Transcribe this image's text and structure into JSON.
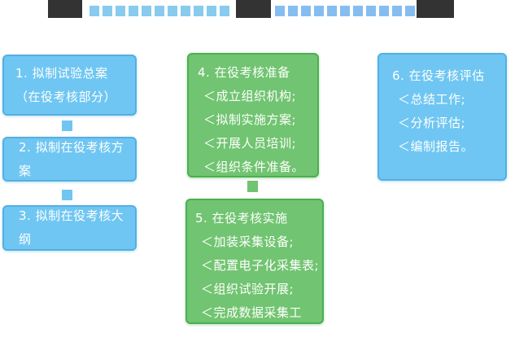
{
  "top_bar": {
    "dark_block_color": "#333333",
    "left_squares": {
      "count": 11,
      "color": "#88CBEE"
    },
    "right_squares": {
      "count": 11,
      "color": "#85BDF1"
    }
  },
  "colors": {
    "blue_box_fill": "#6FC6F2",
    "blue_box_border": "#55AFE2",
    "green_box_fill": "#71C471",
    "green_box_border": "#4CAF50",
    "text": "#FFFFFF"
  },
  "steps": [
    {
      "variant": "blue",
      "label_lines": [
        "1. 拟制试验总案",
        "（在役考核部分）"
      ]
    },
    {
      "variant": "blue",
      "label_lines": [
        "2. 拟制在役考核方案"
      ]
    },
    {
      "variant": "blue",
      "label_lines": [
        "3. 拟制在役考核大纲"
      ]
    },
    {
      "variant": "green",
      "title": "4. 在役考核准备",
      "items": [
        "＜成立组织机构;",
        "＜拟制实施方案;",
        "＜开展人员培训;",
        "＜组织条件准备。"
      ]
    },
    {
      "variant": "green",
      "title": "5. 在役考核实施",
      "items": [
        "＜加装采集设备;",
        "＜配置电子化采集表;",
        "＜组织试验开展;",
        "＜完成数据采集工作。"
      ]
    },
    {
      "variant": "blue",
      "title": "6. 在役考核评估",
      "items": [
        "＜总结工作;",
        "＜分析评估;",
        "＜编制报告。"
      ]
    }
  ]
}
